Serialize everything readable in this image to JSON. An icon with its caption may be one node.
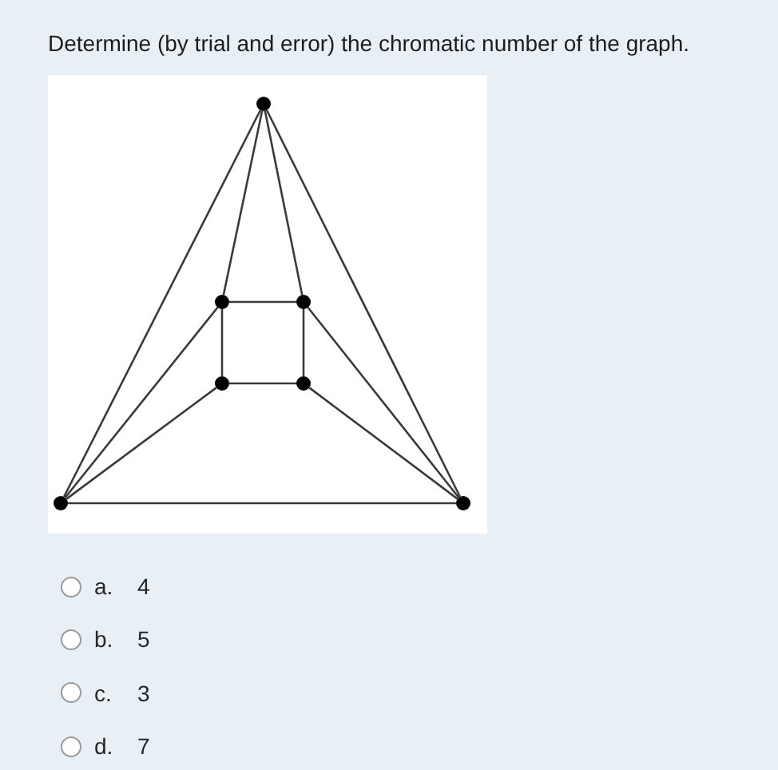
{
  "diagram": {
    "title": "Determine (by trial and error) the chromatic number of the graph.",
    "nodes": [
      {
        "text": [],
        "shape": "circle"
      },
      {
        "text": [],
        "shape": "circle"
      },
      {
        "text": [],
        "shape": "circle"
      },
      {
        "text": [],
        "shape": "circle"
      },
      {
        "text": [],
        "shape": "circle"
      },
      {
        "text": [],
        "shape": "circle"
      },
      {
        "text": [],
        "shape": "circle"
      }
    ],
    "edges": [
      {
        "from": 0,
        "to": 5,
        "arrow": "none"
      },
      {
        "from": 0,
        "to": 6,
        "arrow": "none"
      },
      {
        "from": 0,
        "to": 1,
        "arrow": "none"
      },
      {
        "from": 0,
        "to": 2,
        "arrow": "none"
      },
      {
        "from": 1,
        "to": 2,
        "arrow": "none"
      },
      {
        "from": 1,
        "to": 3,
        "arrow": "none"
      },
      {
        "from": 2,
        "to": 4,
        "arrow": "none"
      },
      {
        "from": 3,
        "to": 4,
        "arrow": "none"
      },
      {
        "from": 5,
        "to": 1,
        "arrow": "none"
      },
      {
        "from": 5,
        "to": 3,
        "arrow": "none"
      },
      {
        "from": 6,
        "to": 2,
        "arrow": "none"
      },
      {
        "from": 6,
        "to": 4,
        "arrow": "none"
      },
      {
        "from": 5,
        "to": 6,
        "arrow": "none"
      }
    ],
    "labels": [
      "a.",
      "4",
      "b.",
      "5",
      "c.",
      "3",
      "d.",
      "7"
    ]
  }
}
